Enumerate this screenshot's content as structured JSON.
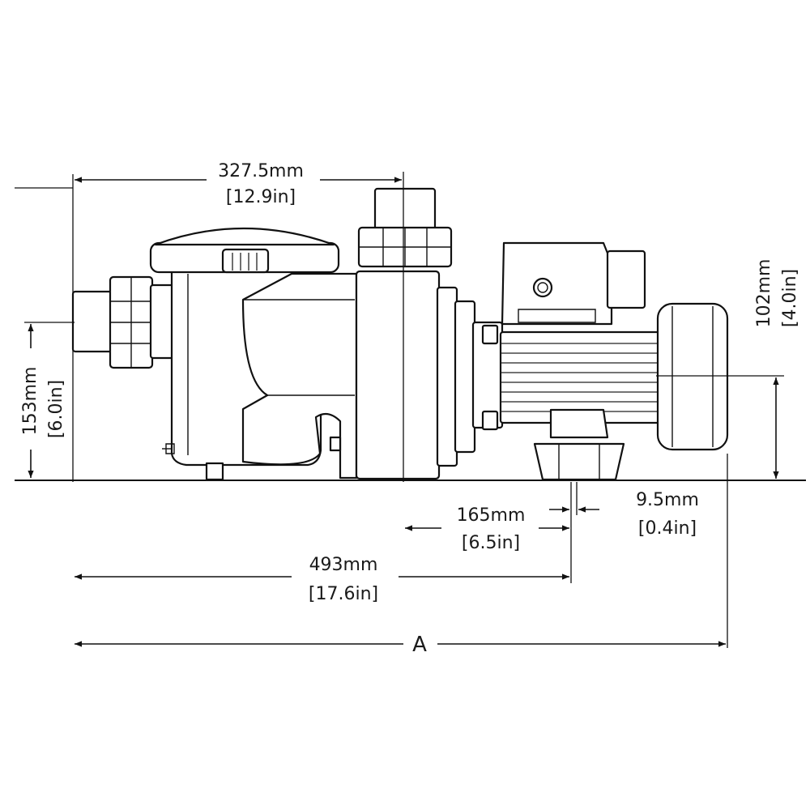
{
  "colors": {
    "line": "#111111",
    "background": "#ffffff"
  },
  "dimensions": {
    "top_width": {
      "mm": "327.5mm",
      "in": "[12.9in]"
    },
    "inlet_height": {
      "mm": "153mm",
      "in": "[6.0in]"
    },
    "outlet_height": {
      "mm": "102mm",
      "in": "[4.0in]"
    },
    "foot_offset": {
      "mm": "165mm",
      "in": "[6.5in]"
    },
    "foot_width": {
      "mm": "9.5mm",
      "in": "[0.4in]"
    },
    "overall_to_foot": {
      "mm": "493mm",
      "in": "[17.6in]"
    },
    "overall_length": {
      "label": "A"
    }
  }
}
